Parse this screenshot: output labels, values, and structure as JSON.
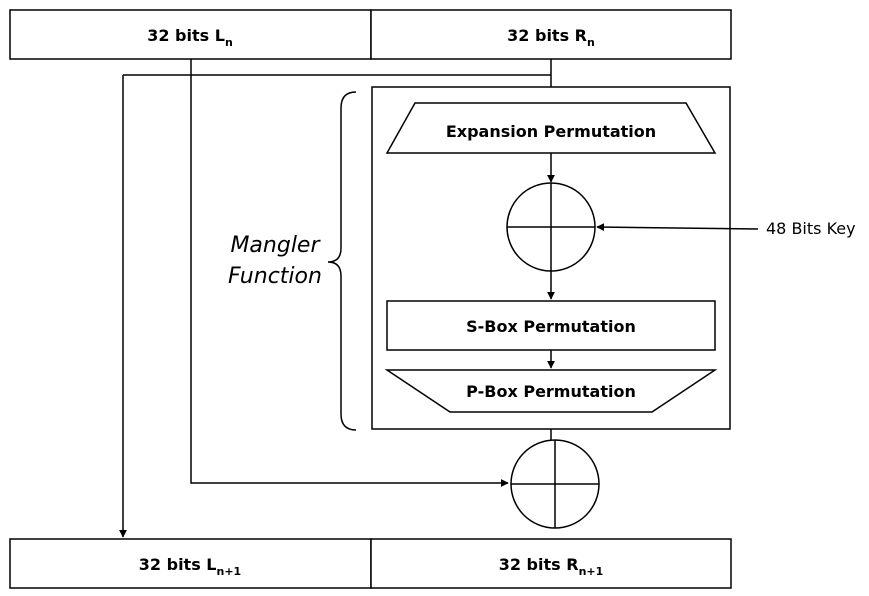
{
  "top": {
    "left": {
      "main": "32 bits L",
      "sub": "n"
    },
    "right": {
      "main": "32 bits R",
      "sub": "n"
    }
  },
  "mangler": {
    "line1": "Mangler",
    "line2": "Function"
  },
  "steps": {
    "expansion": "Expansion Permutation",
    "sbox": "S-Box Permutation",
    "pbox": "P-Box Permutation"
  },
  "key_label": "48 Bits Key",
  "bottom": {
    "left": {
      "main": "32 bits L",
      "sub": "n+1"
    },
    "right": {
      "main": "32 bits R",
      "sub": "n+1"
    }
  }
}
